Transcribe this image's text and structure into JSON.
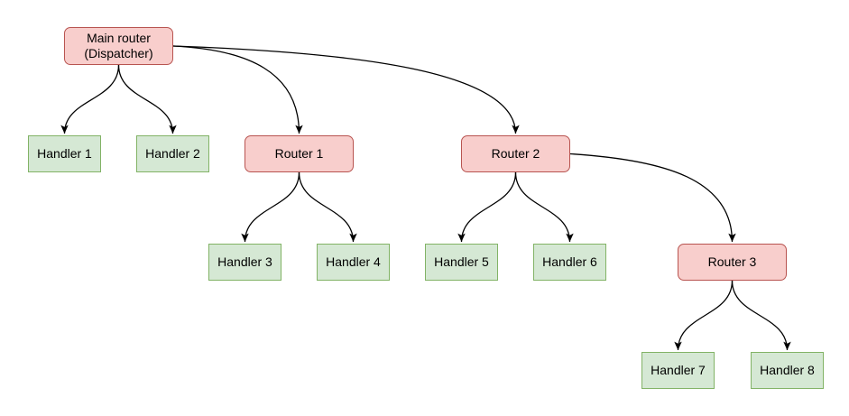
{
  "diagram": {
    "background_color": "#ffffff",
    "colors": {
      "router_fill": "#f8cecc",
      "router_stroke": "#b85450",
      "handler_fill": "#d5e8d4",
      "handler_stroke": "#82b366",
      "edge_stroke": "#000000",
      "text": "#000000"
    },
    "nodes": {
      "main_router": {
        "line1": "Main router",
        "line2": "(Dispatcher)",
        "type": "router"
      },
      "router_1": {
        "label": "Router 1",
        "type": "router"
      },
      "router_2": {
        "label": "Router 2",
        "type": "router"
      },
      "router_3": {
        "label": "Router 3",
        "type": "router"
      },
      "handler_1": {
        "label": "Handler 1",
        "type": "handler"
      },
      "handler_2": {
        "label": "Handler 2",
        "type": "handler"
      },
      "handler_3": {
        "label": "Handler 3",
        "type": "handler"
      },
      "handler_4": {
        "label": "Handler 4",
        "type": "handler"
      },
      "handler_5": {
        "label": "Handler 5",
        "type": "handler"
      },
      "handler_6": {
        "label": "Handler 6",
        "type": "handler"
      },
      "handler_7": {
        "label": "Handler 7",
        "type": "handler"
      },
      "handler_8": {
        "label": "Handler 8",
        "type": "handler"
      }
    },
    "edges": [
      {
        "from": "main_router",
        "to": "handler_1"
      },
      {
        "from": "main_router",
        "to": "handler_2"
      },
      {
        "from": "main_router",
        "to": "router_1"
      },
      {
        "from": "main_router",
        "to": "router_2"
      },
      {
        "from": "router_1",
        "to": "handler_3"
      },
      {
        "from": "router_1",
        "to": "handler_4"
      },
      {
        "from": "router_2",
        "to": "handler_5"
      },
      {
        "from": "router_2",
        "to": "handler_6"
      },
      {
        "from": "router_2",
        "to": "router_3"
      },
      {
        "from": "router_3",
        "to": "handler_7"
      },
      {
        "from": "router_3",
        "to": "handler_8"
      }
    ]
  }
}
